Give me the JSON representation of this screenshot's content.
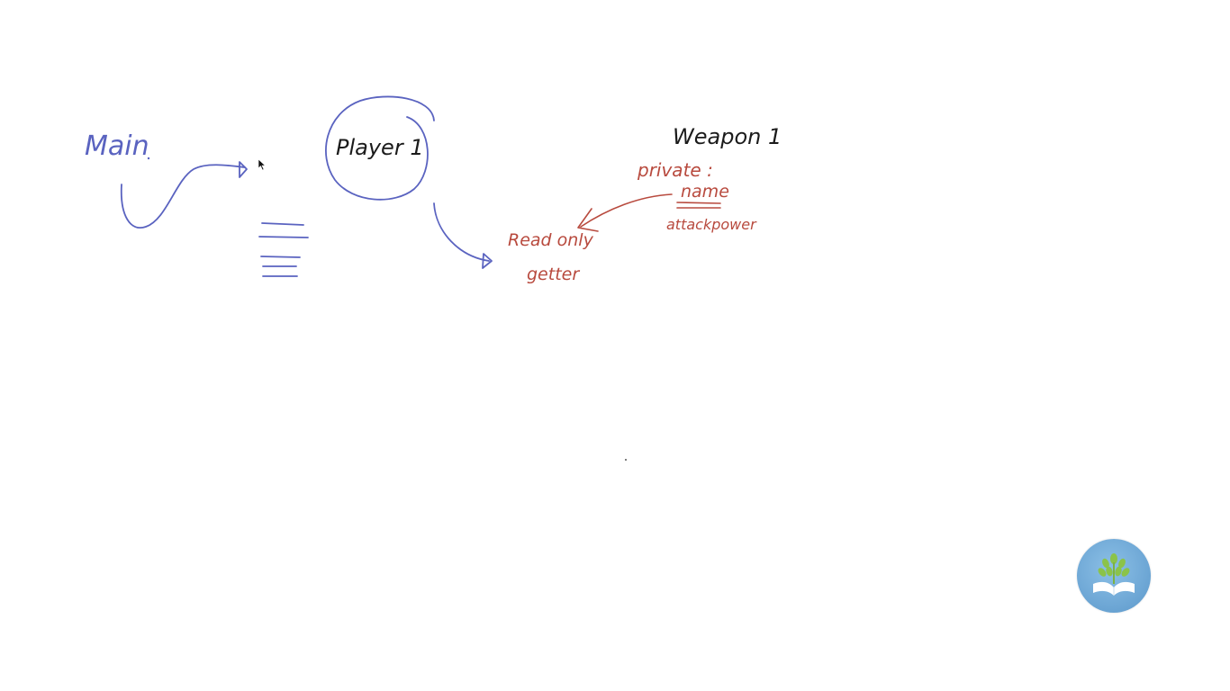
{
  "whiteboard": {
    "labels": {
      "main": "Main",
      "player": "Player 1",
      "weapon": "Weapon 1",
      "private": "private :",
      "name": "name",
      "attack": "attackpower",
      "read_only": "Read only",
      "getter": "getter"
    }
  },
  "colors": {
    "background": "#ffffff",
    "blue_ink": "#5a63c0",
    "red_ink": "#b84a3e",
    "black_ink": "#1b1b1b",
    "logo_blue": "#6fa8d6",
    "logo_green": "#8bc34a"
  },
  "icons": {
    "cursor": "arrow-cursor-icon",
    "logo": "book-leaf-logo-icon"
  }
}
